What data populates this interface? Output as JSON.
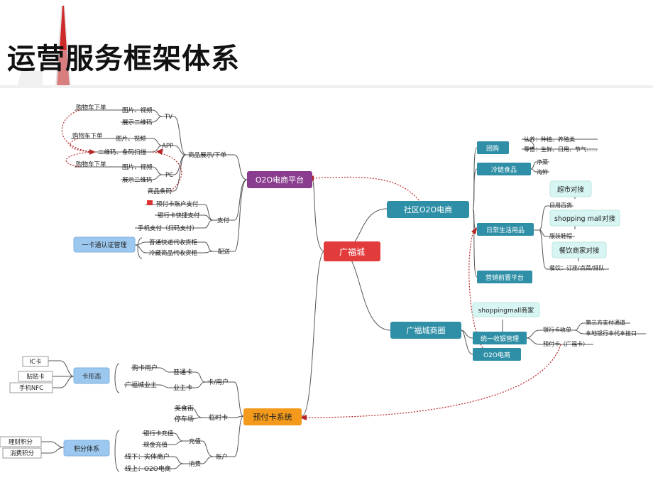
{
  "title": "运营服务框架体系",
  "center": "广福城",
  "platform": {
    "name": "O2O电商平台",
    "display": "商品展示/下单",
    "tv": "TV",
    "app": "APP",
    "pc": "PC",
    "cart": "购物车下单",
    "media": "图片、视频",
    "qr_show": "展示二维码",
    "qr_scan": "二维码、条码扫描",
    "barcode": "商品条码",
    "pay": "支付",
    "pay_prepaid": "预付卡账户支付",
    "pay_bank": "银行卡快捷支付",
    "pay_mobile": "手机支付（扫码支付）",
    "delivery": "配送",
    "deliv_normal": "普通快递代收货柜",
    "deliv_cold": "冷藏商品代收货柜",
    "one_card": "一卡通认证管理"
  },
  "community": {
    "name": "社区O2O电商",
    "group": "团购",
    "group_a": "认养：种植、养殖类",
    "group_b": "零售：生鲜、日用、节气……",
    "cold": "冷链食品",
    "cold_a": "净菜",
    "cold_b": "海鲜",
    "daily": "日常生活用品",
    "super_conn": "超市对接",
    "daily_goods": "日用百货",
    "mall_conn": "shopping mall对接",
    "clothing": "服装鞋帽",
    "dining_conn": "餐饮商家对接",
    "dining": "餐饮：订座/点菜/排队",
    "marketing": "营销前置平台"
  },
  "circle": {
    "name": "广福城商圈",
    "merchant": "shoppingmall商家",
    "checkout": "统一收银管理",
    "o2o": "O2O电商",
    "bank_receipt": "银行卡收单",
    "third_pay": "第三方支付通道",
    "local_bank": "本地银行本代本接口",
    "prepaid_card": "预付卡（广福卡）"
  },
  "prepaid": {
    "name": "预付卡系统",
    "form": "卡形态",
    "ic": "IC卡",
    "sticker": "贴贴卡",
    "nfc": "手机NFC",
    "buyer": "购卡用户",
    "normal_card": "普通卡",
    "owner": "广福城业主",
    "owner_card": "业主卡",
    "card_user": "卡/用户",
    "food_street": "美食街",
    "parking": "停车场",
    "temp_card": "临时卡",
    "points": "积分体系",
    "wealth_pts": "理财积分",
    "spend_pts": "消费积分",
    "bank_topup": "银行卡充值",
    "cash_topup": "现金充值",
    "topup": "充值",
    "offline": "线下：实体商户",
    "online": "线上：O2O电商",
    "consume": "消费",
    "account": "账户"
  },
  "colors": {
    "center": "#e23b3b",
    "purple": "#8a3d8f",
    "teal": "#2f8fa6",
    "orange": "#f39a1c",
    "lightblue": "#9cc8ef",
    "mint": "#d7f5f2",
    "dotted": "#b52525"
  }
}
